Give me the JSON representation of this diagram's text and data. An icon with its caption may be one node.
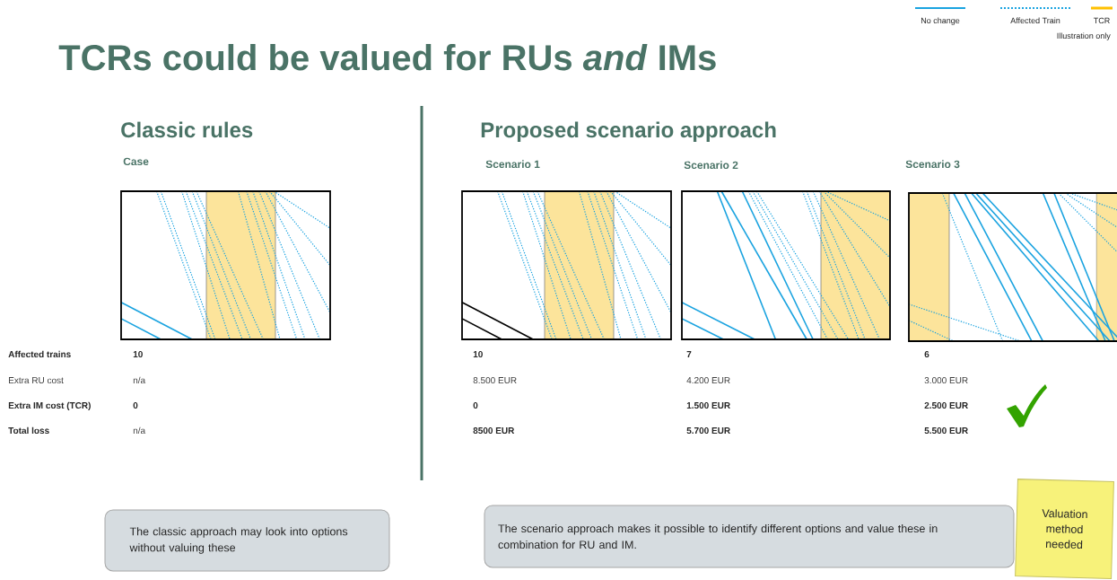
{
  "diagram": {
    "title": "TCRs could be valued for RUs *and* IMs",
    "nodes": [
      {
        "text": [
          "The classic approach may look into options without valuing these"
        ]
      },
      {
        "text": [
          "The scenario approach makes it possible to identify different options and value these in combination for RU and IM."
        ]
      },
      {
        "text": [
          "Valuation method needed"
        ]
      }
    ],
    "labels": [
      "Illustration only",
      "Classic rules",
      "Proposed scenario approach",
      "Case",
      "Scenario 1",
      "Scenario 2",
      "Scenario 3",
      "Affected trains",
      "10",
      "10",
      "7",
      "6",
      "Extra RU cost",
      "n/a",
      "8.500 EUR",
      "4.200 EUR",
      "3.000 EUR",
      "Extra IM cost (TCR)",
      "0",
      "0",
      "1.500 EUR",
      "2.500 EUR",
      "Total loss",
      "n/a",
      "8500 EUR",
      "5.700 EUR",
      "5.500 EUR"
    ],
    "legend": [
      {
        "text": "No change"
      },
      {
        "text": "Affected Train"
      },
      {
        "text": "TCR",
        "color": "#ffc000"
      }
    ]
  }
}
